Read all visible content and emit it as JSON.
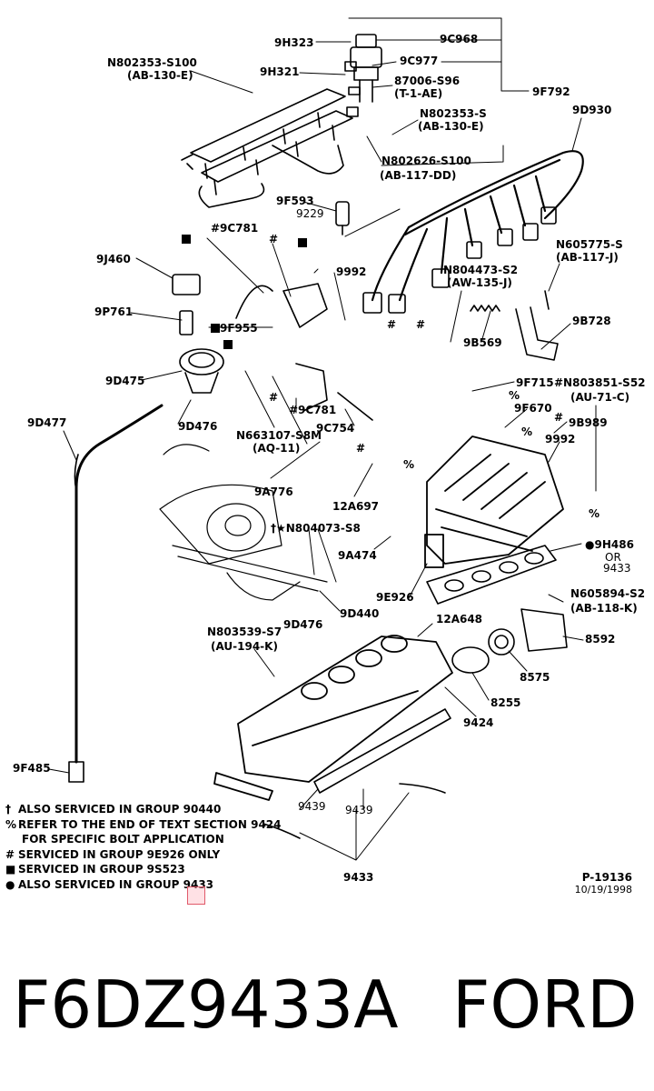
{
  "labels": {
    "9H323": "9H323",
    "9C968": "9C968",
    "N802353_S100": "N802353-S100",
    "AB130E_a": "(AB-130-E)",
    "9H321": "9H321",
    "9C977": "9C977",
    "87006_S96": "87006-S96",
    "T1AE": "(T-1-AE)",
    "9F792": "9F792",
    "N802353_S": "N802353-S",
    "AB130E_b": "(AB-130-E)",
    "9D930": "9D930",
    "N802626_S100": "N802626-S100",
    "AB117DD": "(AB-117-DD)",
    "9F593": "9F593",
    "9229": "9229",
    "9C781_a": "#9C781",
    "hash_a": "#",
    "9J460": "9J460",
    "9992_a": "9992",
    "N605775_S": "N605775-S",
    "AB117J": "(AB-117-J)",
    "N804473_S2": "N804473-S2",
    "AW135J": "(AW-135-J)",
    "9P761": "9P761",
    "9F955": "9F955",
    "hash_b": "#",
    "hash_c": "#",
    "9B728": "9B728",
    "9B569": "9B569",
    "9D475": "9D475",
    "9F715": "9F715",
    "N803851_S52": "#N803851-S52",
    "AU71C": "(AU-71-C)",
    "pct_a": "%",
    "9F670": "9F670",
    "9D477": "9D477",
    "9C781_b": "#9C781",
    "hash_d": "#",
    "hash_e": "#",
    "9C754": "9C754",
    "9B989": "9B989",
    "9D476_a": "9D476",
    "N663107_S8M": "N663107-S8M",
    "AQ11": "(AQ-11)",
    "pct_b": "%",
    "pct_c": "%",
    "9992_b": "9992",
    "hash_f": "#",
    "pct_d": "%",
    "9A776": "9A776",
    "12A697": "12A697",
    "N804073_S8": "†★N804073-S8",
    "9A474": "9A474",
    "9H486": "●9H486",
    "OR": "OR",
    "9433_a": "9433",
    "N605894_S2": "N605894-S2",
    "AB118K": "(AB-118-K)",
    "9E926": "9E926",
    "9D440": "9D440",
    "9D476_b": "9D476",
    "12A648": "12A648",
    "N803539_S7": "N803539-S7",
    "AU194K": "(AU-194-K)",
    "8592": "8592",
    "8575": "8575",
    "8255": "8255",
    "9424": "9424",
    "9F485": "9F485",
    "9439_a": "9439",
    "9439_b": "9439",
    "9433_b": "9433"
  },
  "legend": [
    {
      "marker": "†",
      "text": "ALSO SERVICED IN GROUP 90440"
    },
    {
      "marker": "%",
      "text": "REFER TO THE END OF TEXT SECTION 9424"
    },
    {
      "marker": "",
      "text": "FOR SPECIFIC BOLT APPLICATION"
    },
    {
      "marker": "#",
      "text": "SERVICED IN GROUP 9E926 ONLY"
    },
    {
      "marker": "■",
      "text": "SERVICED IN GROUP 9S523"
    },
    {
      "marker": "●",
      "text": "ALSO SERVICED IN GROUP 9433"
    }
  ],
  "reference": {
    "id": "P-19136",
    "date": "10/19/1998"
  },
  "footer": {
    "part_number": "F6DZ9433A",
    "brand": "FORD"
  },
  "colors": {
    "ink": "#000000",
    "highlight": "#e05a6a"
  }
}
